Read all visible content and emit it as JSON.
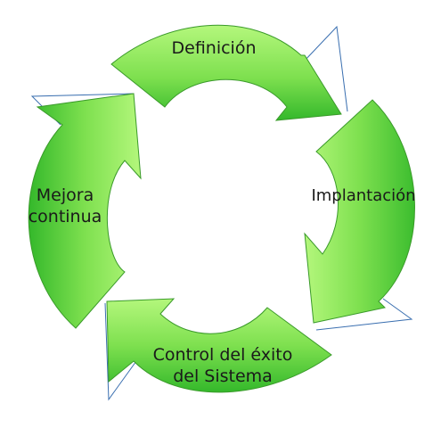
{
  "diagram": {
    "type": "cycle",
    "direction": "clockwise",
    "colors": {
      "arrow_fill_light": "#9cf06a",
      "arrow_fill_dark": "#2fb42a",
      "arrow_outline": "#3a9a2a",
      "triangle_stroke": "#3a6fb0",
      "text": "#1a1a1a"
    },
    "steps": [
      {
        "key": "definicion",
        "lines": [
          "Definición"
        ]
      },
      {
        "key": "implantacion",
        "lines": [
          "Implantación"
        ]
      },
      {
        "key": "control",
        "lines": [
          "Control del éxito",
          "del Sistema"
        ]
      },
      {
        "key": "mejora",
        "lines": [
          "Mejora",
          "continua"
        ]
      }
    ]
  }
}
